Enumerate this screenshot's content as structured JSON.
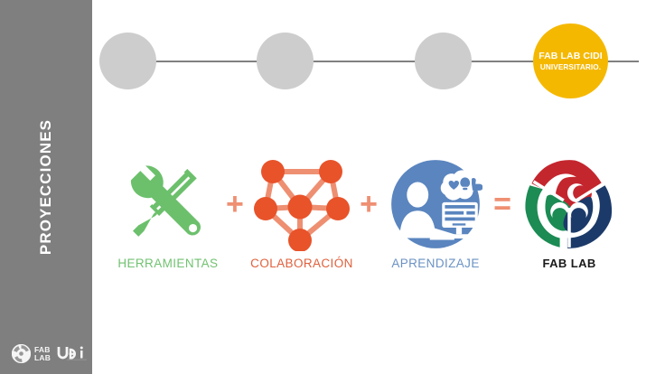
{
  "slide": {
    "background_color": "#ffffff",
    "sidebar": {
      "background_color": "#7f7f7f",
      "title": "PROYECCIONES",
      "logo": {
        "fab": "FAB",
        "lab": "LAB",
        "mark_name": "fab-lab-globe-icon",
        "udi_name": "udi-universitario-icon"
      }
    },
    "timeline": {
      "line_color": "#808080",
      "node_color": "#cdcdcd",
      "nodes": [
        {
          "name": "timeline-node-1"
        },
        {
          "name": "timeline-node-2"
        },
        {
          "name": "timeline-node-3"
        }
      ],
      "brand_node": {
        "background_color": "#f5b800",
        "line1": "FAB LAB CIDI",
        "line2": "UNIVERSITARIO."
      }
    },
    "equation": {
      "operator_color": "#ef8f72",
      "plus": "+",
      "equals": "=",
      "items": [
        {
          "icon": "tools-wrench-screwdriver-icon",
          "label": "HERRAMIENTAS",
          "color": "#71c271"
        },
        {
          "icon": "network-collaboration-icon",
          "label": "COLABORACIÓN",
          "color": "#e0603c"
        },
        {
          "icon": "person-at-computer-learning-icon",
          "label": "APRENDIZAJE",
          "color": "#6b92c4"
        },
        {
          "icon": "fab-lab-logo-icon",
          "label": "FAB LAB",
          "color": "#1a1a1a"
        }
      ]
    }
  }
}
